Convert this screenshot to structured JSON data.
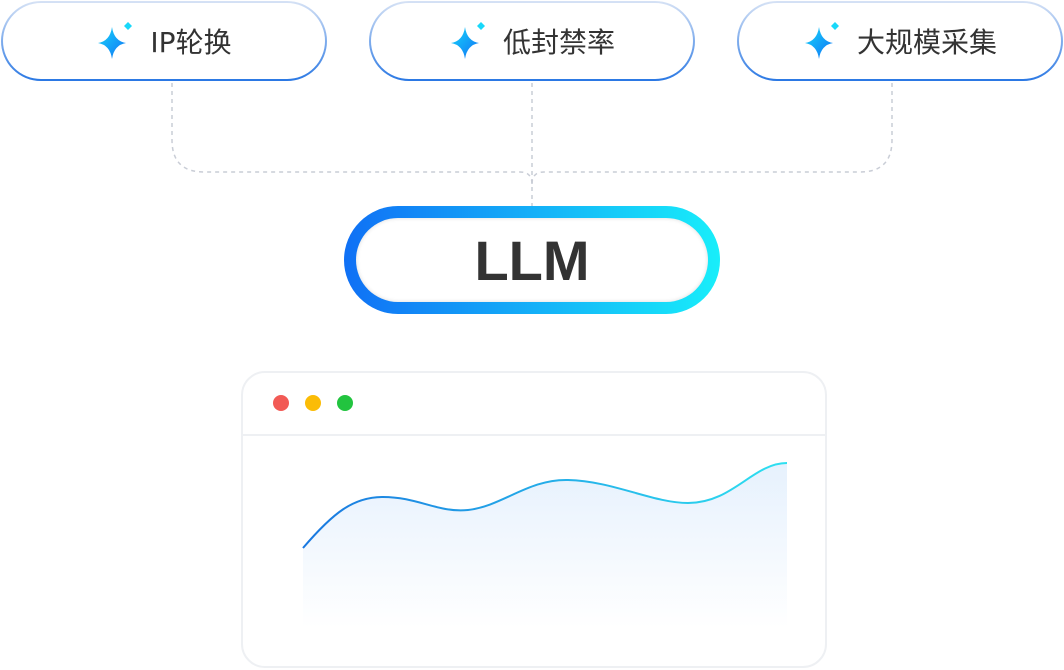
{
  "features": [
    {
      "label": "IP轮换",
      "icon": "sparkle-icon"
    },
    {
      "label": "低封禁率",
      "icon": "sparkle-icon"
    },
    {
      "label": "大规模采集",
      "icon": "sparkle-icon"
    }
  ],
  "center": {
    "label": "LLM"
  },
  "window": {
    "dots": [
      "#f25a55",
      "#fbbc06",
      "#22c43f"
    ]
  },
  "colors": {
    "gradient_start": "#1070f5",
    "gradient_end": "#18eefa",
    "connector": "#c9cdd6"
  }
}
